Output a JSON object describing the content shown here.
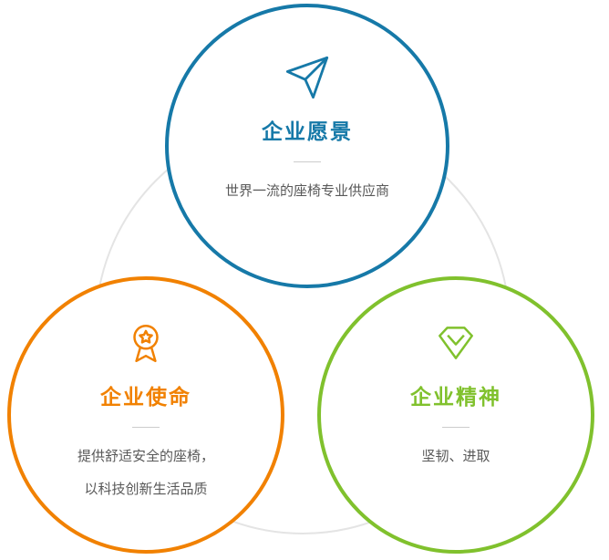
{
  "decor": {
    "back_circle_color": "#e4e4e4",
    "divider_color": "#cccccc",
    "body_text_color": "#595959"
  },
  "circles": [
    {
      "id": "vision",
      "icon": "paper-plane-icon",
      "title": "企业愿景",
      "lines": [
        "世界一流的座椅专业供应商"
      ],
      "color": "#1679a8"
    },
    {
      "id": "mission",
      "icon": "medal-icon",
      "title": "企业使命",
      "lines": [
        "提供舒适安全的座椅，",
        "以科技创新生活品质"
      ],
      "color": "#f18101"
    },
    {
      "id": "spirit",
      "icon": "gem-icon",
      "title": "企业精神",
      "lines": [
        "坚韧、进取"
      ],
      "color": "#80c12d"
    }
  ]
}
